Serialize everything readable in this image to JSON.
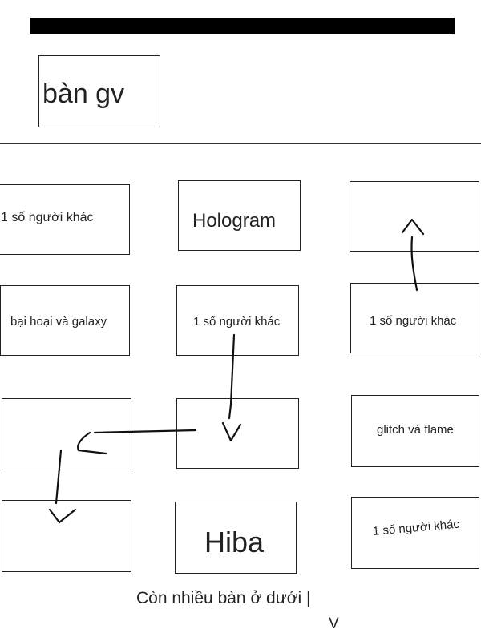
{
  "teacher_desk": {
    "label": "bàn gv"
  },
  "desks": {
    "r1c1": "1 số người khác",
    "r1c2": "Hologram",
    "r1c3": "",
    "r2c1": "bại hoại và galaxy",
    "r2c2": "1 số người khác",
    "r2c3": "1 số người khác",
    "r3c1": "",
    "r3c2": "",
    "r3c3": "glitch và flame",
    "r4c1": "",
    "r4c2": "Hiba",
    "r4c3": "1 số người khác"
  },
  "footer": {
    "note": "Còn nhiều bàn ở dưới |",
    "arrow_glyph": "V"
  }
}
